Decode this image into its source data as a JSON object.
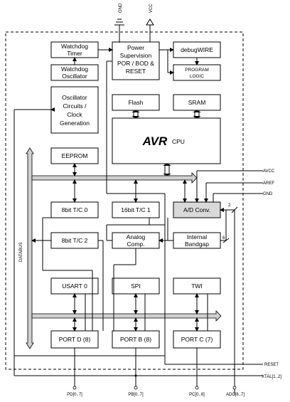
{
  "supply": {
    "gnd": "GND",
    "vcc": "VCC"
  },
  "blocks": {
    "watchdog_timer": [
      "Watchdog",
      "Timer"
    ],
    "watchdog_oscillator": [
      "Watchdog",
      "Oscillator"
    ],
    "oscillator": [
      "Oscillator",
      "Circuits /",
      "Clock",
      "Generation"
    ],
    "power_supervision": [
      "Power",
      "Supervision",
      "POR / BOD &",
      "RESET"
    ],
    "debugwire": "debugWIRE",
    "program_logic": [
      "PROGRAM",
      "LOGIC"
    ],
    "flash": "Flash",
    "sram": "SRAM",
    "cpu_logo": "AVR",
    "cpu": "CPU",
    "eeprom": "EEPROM",
    "tc0": "8bit T/C 0",
    "tc1": "16bit T/C 1",
    "adc": "A/D Conv.",
    "tc2": "8bit T/C 2",
    "analog_comp": [
      "Analog",
      "Comp."
    ],
    "bandgap": [
      "Internal",
      "Bandgap"
    ],
    "usart": "USART 0",
    "spi": "SPI",
    "twi": "TWI",
    "port_d": "PORT D (8)",
    "port_b": "PORT B (8)",
    "port_c": "PORT C (7)"
  },
  "side_labels": {
    "databus": "DATABUS"
  },
  "external_pins": {
    "avcc": "AVCC",
    "aref": "AREF",
    "gnd": "GND",
    "reset": "RESET",
    "xtal": "XTAL[1..2]"
  },
  "bus_widths": {
    "adc_in": "2",
    "adc_mux": "6"
  },
  "port_pins": {
    "pd": "PD[0..7]",
    "pb": "PB[0..7]",
    "pc": "PC[0..6]",
    "adc": "ADC[6..7]"
  }
}
